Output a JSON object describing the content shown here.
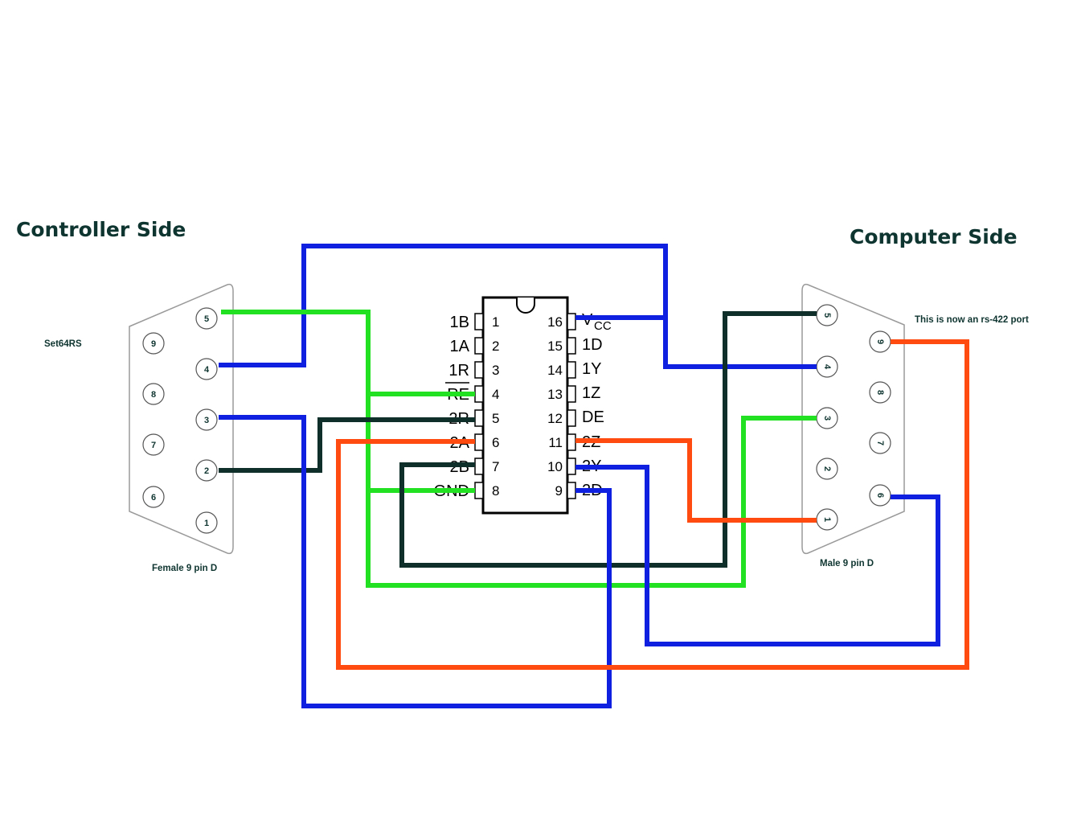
{
  "titles": {
    "controller_side": "Controller Side",
    "computer_side": "Computer Side"
  },
  "labels": {
    "set64rs": "Set64RS",
    "female": "Female 9 pin D",
    "male": "Male 9 pin D",
    "rs422_note": "This is now an rs-422 port"
  },
  "female_connector": {
    "pins": [
      "5",
      "4",
      "3",
      "2",
      "1",
      "9",
      "8",
      "7",
      "6"
    ]
  },
  "male_connector": {
    "pins": [
      "5",
      "4",
      "3",
      "2",
      "1",
      "9",
      "8",
      "7",
      "6"
    ]
  },
  "chip": {
    "left_pins": [
      {
        "num": "1",
        "label": "1B"
      },
      {
        "num": "2",
        "label": "1A"
      },
      {
        "num": "3",
        "label": "1R"
      },
      {
        "num": "4",
        "label": "RE"
      },
      {
        "num": "5",
        "label": "2R"
      },
      {
        "num": "6",
        "label": "2A"
      },
      {
        "num": "7",
        "label": "2B"
      },
      {
        "num": "8",
        "label": "GND"
      }
    ],
    "right_pins": [
      {
        "num": "16",
        "label": "V",
        "sub": "CC"
      },
      {
        "num": "15",
        "label": "1D"
      },
      {
        "num": "14",
        "label": "1Y"
      },
      {
        "num": "13",
        "label": "1Z"
      },
      {
        "num": "12",
        "label": "DE"
      },
      {
        "num": "11",
        "label": "2Z"
      },
      {
        "num": "10",
        "label": "2Y"
      },
      {
        "num": "9",
        "label": "2D"
      }
    ]
  },
  "colors": {
    "blue": "#1020e0",
    "green": "#22e022",
    "red": "#ff4a10",
    "dark": "#0f302a",
    "text": "#0f3530"
  }
}
